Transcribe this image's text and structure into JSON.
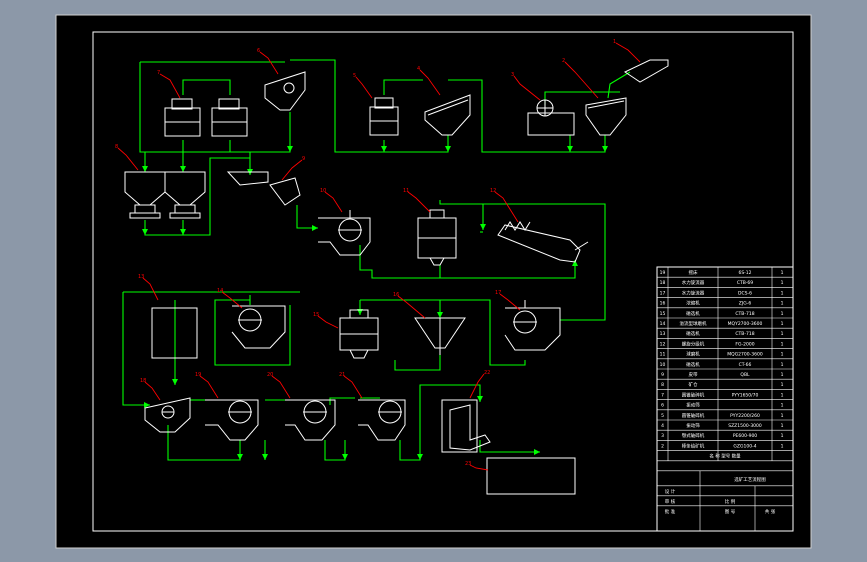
{
  "drawing": {
    "background": "#000000",
    "frame_color": "#ffffff",
    "flow_color": "#00ff00",
    "leader_color": "#ff0000",
    "equipment_color": "#ffffff"
  },
  "callouts": [
    "1",
    "2",
    "3",
    "4",
    "5",
    "6",
    "7",
    "8",
    "9",
    "10",
    "11",
    "12",
    "13",
    "14",
    "15",
    "16",
    "17",
    "18",
    "19",
    "20",
    "21",
    "22",
    "23"
  ],
  "table": {
    "rows": [
      {
        "no": "19",
        "name": "摇床",
        "model": "6S-12",
        "qty": "1"
      },
      {
        "no": "18",
        "name": "水力旋流器",
        "model": "CTB-69",
        "qty": "1"
      },
      {
        "no": "17",
        "name": "水力旋流器",
        "model": "DCS-6",
        "qty": "1"
      },
      {
        "no": "16",
        "name": "浓缩机",
        "model": "ZJG-6",
        "qty": "1"
      },
      {
        "no": "15",
        "name": "磁选机",
        "model": "CTB-718",
        "qty": "1"
      },
      {
        "no": "14",
        "name": "溢流型球磨机",
        "model": "MQY2700-3600",
        "qty": "1"
      },
      {
        "no": "13",
        "name": "磁选机",
        "model": "CTB-718",
        "qty": "1"
      },
      {
        "no": "12",
        "name": "螺旋分级机",
        "model": "FG-2000",
        "qty": "1"
      },
      {
        "no": "11",
        "name": "球磨机",
        "model": "MQG2700-3600",
        "qty": "1"
      },
      {
        "no": "10",
        "name": "磁选机",
        "model": "CT-66",
        "qty": "1"
      },
      {
        "no": "9",
        "name": "皮带",
        "model": "QBL",
        "qty": "1"
      },
      {
        "no": "8",
        "name": "矿仓",
        "model": "",
        "qty": "1"
      },
      {
        "no": "7",
        "name": "圆锥破碎机",
        "model": "PYY1650/70",
        "qty": "1"
      },
      {
        "no": "6",
        "name": "振动筛",
        "model": "",
        "qty": "1"
      },
      {
        "no": "5",
        "name": "圆锥破碎机",
        "model": "PYY2200/260",
        "qty": "1"
      },
      {
        "no": "4",
        "name": "振动筛",
        "model": "SZZ1500-3000",
        "qty": "1"
      },
      {
        "no": "3",
        "name": "颚式破碎机",
        "model": "PE600-900",
        "qty": "1"
      },
      {
        "no": "2",
        "name": "棒条给矿机",
        "model": "GZG100-4",
        "qty": "1"
      }
    ],
    "header": "名 称 型号 数量",
    "title": "选矿工艺流程图",
    "footer": [
      {
        "label": "设 计",
        "value": "",
        "extra": ""
      },
      {
        "label": "审 核",
        "value": "比 例",
        "extra": ""
      },
      {
        "label": "批 准",
        "value": "图 号",
        "extra": "共 张"
      }
    ]
  }
}
